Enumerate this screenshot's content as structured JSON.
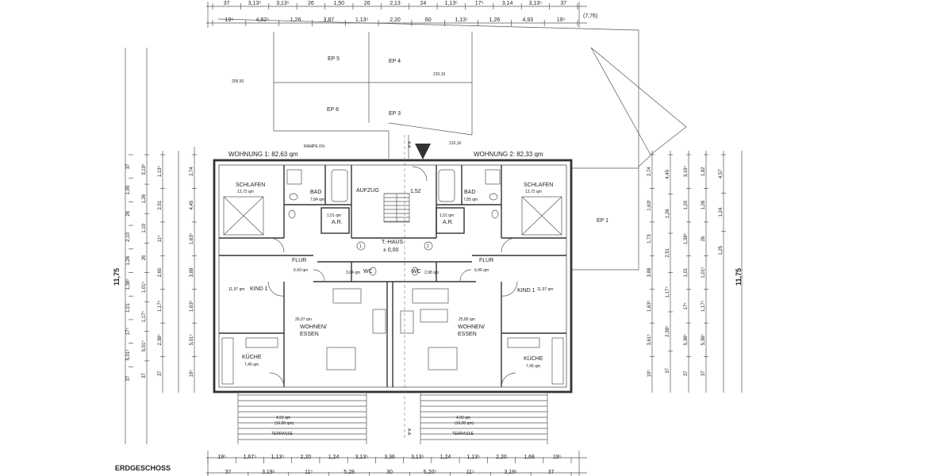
{
  "drawing": {
    "floor_title": "ERDGESCHOSS",
    "total_dim_left": "11,75",
    "total_dim_right": "11,75"
  },
  "apartments": [
    {
      "title": "WOHNUNG 1: 82,63 qm"
    },
    {
      "title": "WOHNUNG 2: 82,33 qm"
    }
  ],
  "rooms": {
    "left": {
      "schlafen": {
        "name": "SCHLAFEN",
        "area": "13,72 qm"
      },
      "bad": {
        "name": "BAD",
        "area": "7,84 qm"
      },
      "ar": {
        "name": "A.R.",
        "area": "1,51 qm"
      },
      "flur": {
        "name": "FLUR",
        "area": "6,43 qm"
      },
      "wc": {
        "name": "WC",
        "area": "3,04 qm"
      },
      "kind": {
        "name": "KIND 1",
        "area": "11,97 qm"
      },
      "wohnen": {
        "name1": "WOHNEN/",
        "name2": "ESSEN",
        "area": "26,07 qm"
      },
      "kueche": {
        "name": "KÜCHE",
        "area": "7,45 qm"
      },
      "terrasse": {
        "name": "TERRASSE",
        "area": "4,92 qm",
        "area2": "(16,00 qm)"
      }
    },
    "right": {
      "schlafen": {
        "name": "SCHLAFEN",
        "area": "13,72 qm"
      },
      "bad": {
        "name": "BAD",
        "area": "7,85 qm"
      },
      "ar": {
        "name": "A.R.",
        "area": "1,51 qm"
      },
      "flur": {
        "name": "FLUR",
        "area": "6,46 qm"
      },
      "wc": {
        "name": "WC",
        "area": "2,98 qm"
      },
      "kind": {
        "name": "KIND 1",
        "area": "11,97 qm"
      },
      "wohnen": {
        "name1": "WOHNEN/",
        "name2": "ESSEN",
        "area": "25,80 qm"
      },
      "kueche": {
        "name": "KÜCHE",
        "area": "7,45 qm"
      },
      "terrasse": {
        "name": "TERRASSE",
        "area": "4,92 qm",
        "area2": "(16,00 qm)"
      }
    },
    "center": {
      "aufzug": "AUFZUG",
      "thaus": "T.-HAUS",
      "thaus_level": "± 0,00",
      "stair_dim": "1,52",
      "step_1": "1",
      "step_2": "2"
    }
  },
  "parking": {
    "ep5": "EP 5",
    "ep4": "EP 4",
    "ep6": "EP 6",
    "ep3": "EP 3",
    "ep1": "EP 1",
    "rampe": "RAMPE 6%",
    "level_left": "209,50",
    "level_mid": "210,16",
    "level_right": "210,16"
  },
  "section_marks": {
    "top": "A-A",
    "bottom": "A-A"
  },
  "dims_top": {
    "row1": [
      "37",
      "3,13⁵",
      "3,13⁵",
      "26",
      "1,50",
      "26",
      "2,13",
      "24",
      "1,13⁵",
      "17⁵",
      "3,14",
      "3,13⁵",
      "37"
    ],
    "row2": [
      "19⁵",
      "4,82⁵",
      "1,26",
      "3,87",
      "1,13⁵",
      "2,20",
      "60",
      "1,13⁵",
      "1,26",
      "4,93",
      "19⁵",
      "(7,76)"
    ]
  },
  "dims_bottom": {
    "row1": [
      "19⁵",
      "1,67⁵",
      "1,13⁵",
      "2,20",
      "1,24",
      "3,13⁵",
      "3,36",
      "3,13⁵",
      "1,24",
      "1,13⁵",
      "2,20",
      "1,68",
      "19⁵"
    ],
    "row2": [
      "37",
      "3,19⁵",
      "11⁵",
      "5,28",
      "30",
      "5,20⁵",
      "11⁵",
      "3,19⁵",
      "37"
    ]
  },
  "dims_left": {
    "col1": [
      "37",
      "1,95",
      "26",
      "2,10",
      "1,26",
      "1,38⁵",
      "1,01",
      "17⁵",
      "5,01⁵",
      "37"
    ],
    "col2": [
      "3,19⁵",
      "1,26",
      "1,19",
      "26",
      "1,01⁵",
      "1,17⁵",
      "5,01⁵",
      "37"
    ],
    "col3": [
      "1,13⁵",
      "2,51",
      "11⁵",
      "2,60",
      "1,17⁵",
      "2,38⁵",
      "37"
    ],
    "col4": [
      "2,74",
      "4,45",
      "1,63⁵",
      "3,88",
      "1,63⁵",
      "5,01⁵",
      "19⁵"
    ]
  },
  "dims_right": {
    "col1": [
      "2,74",
      "1,63⁵",
      "1,73",
      "3,88",
      "1,63⁵",
      "3,61⁵",
      "19⁵"
    ],
    "col2": [
      "4,45",
      "1,26",
      "2,51",
      "1,17⁵",
      "2,38⁵",
      "37"
    ],
    "col3": [
      "3,19⁵",
      "1,20",
      "1,38⁵",
      "1,01",
      "17⁵",
      "5,38⁵",
      "37"
    ],
    "col4": [
      "1,82",
      "1,26",
      "26",
      "1,01⁵",
      "1,17⁵",
      "5,38⁵",
      "37"
    ],
    "col5": [
      "4,57",
      "1,24",
      "1,25"
    ]
  }
}
